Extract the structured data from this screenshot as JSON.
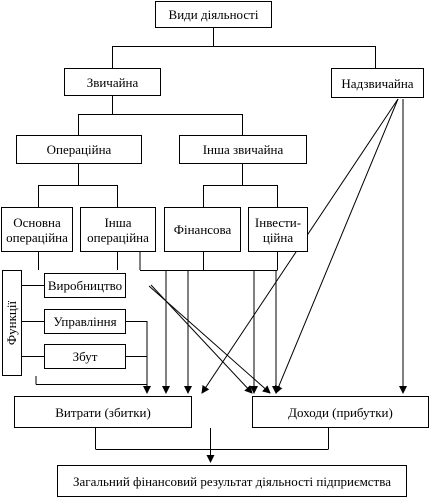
{
  "diagram": {
    "title": "Види діяльності",
    "ordinary": "Звичайна",
    "extraordinary": "Надзвичайна",
    "operating": "Операційна",
    "other_ordinary": "Інша звичайна",
    "main_operating": "Основна\nопераційна",
    "other_operating": "Інша\nопераційна",
    "financial": "Фінансова",
    "investment": "Інвести-\nційна",
    "functions": "Функції",
    "production": "Виробництво",
    "management": "Управління",
    "sales": "Збут",
    "expenses": "Витрати (збитки)",
    "income": "Доходи (прибутки)",
    "result": "Загальний фінансовий результат діяльності підприємства"
  }
}
